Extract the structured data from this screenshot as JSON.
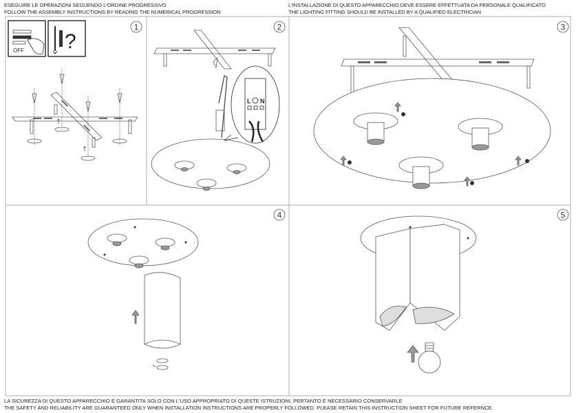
{
  "header": {
    "left_line1": "ESEGUIRE LE OPERAZIONI SEGUENDO L'ORDINE PROGRESSIVO",
    "left_line2": "FOLLOW THE ASSEMBLY INSTRUCTIONS BY READING THE NUMERICAL PROGRESSION",
    "right_line1": "L'INSTALLAZIONE DI QUESTO APPARECCHIO DEVE ESSERE EFFETTUATA DA PERSONALE QUALIFICATO",
    "right_line2": "THE LIGHTING FITTING SHOULD BE INSTALLED BY A QUALIFIED ELECTRICIAN"
  },
  "steps": [
    {
      "number": "1",
      "icon_label": "OFF",
      "icons": [
        "power-switch-off-icon",
        "screw-and-plug-question-icon"
      ]
    },
    {
      "number": "2",
      "terminal_labels": [
        "L",
        "N"
      ]
    },
    {
      "number": "3"
    },
    {
      "number": "4"
    },
    {
      "number": "5"
    }
  ],
  "footer": {
    "line1": "LA SICUREZZA DI QUESTO APPARECCHIO È GARANTITA SOLO CON L'USO APPROPRIATO DI QUESTE ISTRUZIONI, PERTANTO È NECESSARIO CONSERVARLE",
    "line2": "THE SAFETY AND RELIABILITY ARE GUARANTEED ONLY WHEN INSTALLATION INSTRUCTIONS ARE PROPERLY FOLLOWED. PLEASE RETAIN THIS INSTRUCTION SHEET FOR FUTURE REFERNCE."
  },
  "colors": {
    "line": "#555555",
    "frame": "#999999"
  }
}
